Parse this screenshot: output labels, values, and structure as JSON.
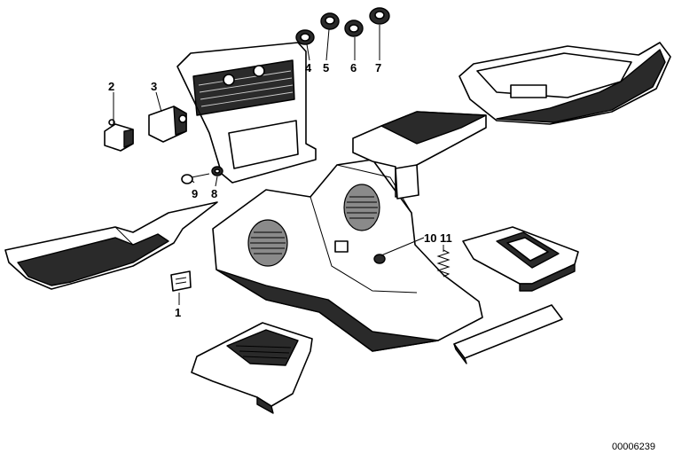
{
  "diagram": {
    "labels": {
      "p1": "1",
      "p2": "2",
      "p3": "3",
      "p4": "4",
      "p5": "5",
      "p6": "6",
      "p7": "7",
      "p8": "8",
      "p9": "9",
      "p10": "10",
      "p11": "11"
    },
    "diagram_code": "00006239"
  }
}
